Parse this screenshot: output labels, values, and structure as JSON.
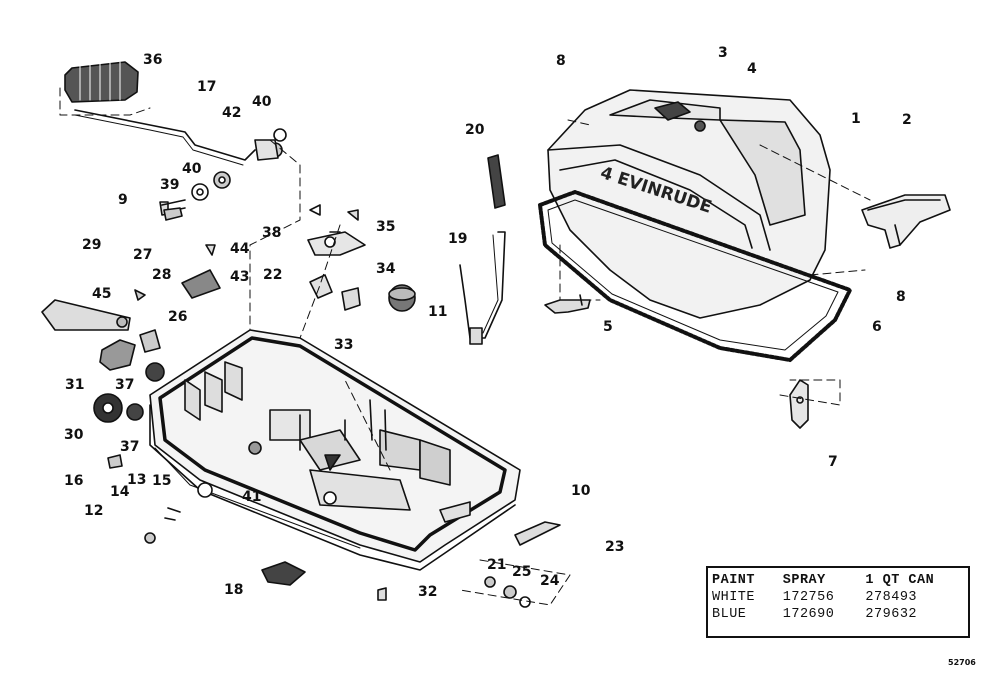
{
  "diagram": {
    "callouts": [
      "36",
      "17",
      "42",
      "40",
      "40",
      "39",
      "9",
      "38",
      "35",
      "34",
      "44",
      "43",
      "29",
      "27",
      "28",
      "45",
      "26",
      "22",
      "33",
      "11",
      "31",
      "37",
      "30",
      "37",
      "16",
      "15",
      "13",
      "14",
      "12",
      "41",
      "18",
      "32",
      "21",
      "25",
      "24",
      "20",
      "19",
      "3",
      "4",
      "8",
      "1",
      "2",
      "8",
      "5",
      "6",
      "7",
      "10",
      "23"
    ],
    "cowl_badge": "4 EVINRUDE",
    "drawing_code": "52706"
  },
  "paint_table": {
    "headers": [
      "PAINT",
      "SPRAY",
      "1 QT CAN"
    ],
    "rows": [
      [
        "WHITE",
        "172756",
        "278493"
      ],
      [
        "BLUE",
        "172690",
        "279632"
      ]
    ]
  }
}
